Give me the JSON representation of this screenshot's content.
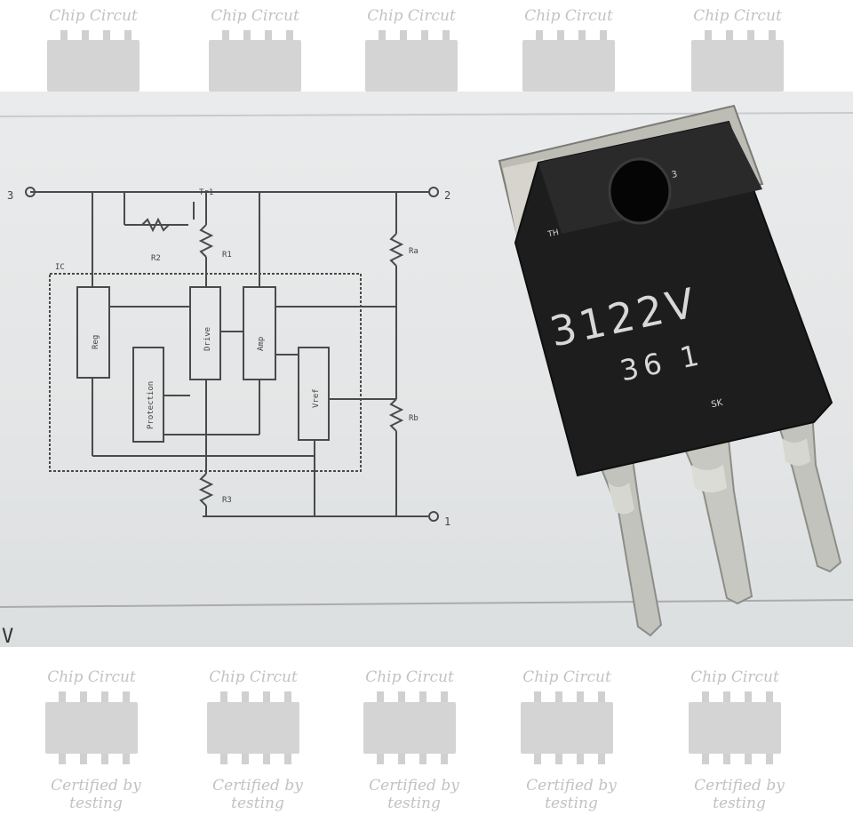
{
  "watermark": {
    "brand_text": "Chip Circut",
    "cert_text": "Certified by testing"
  },
  "schematic": {
    "terminal_left": "3",
    "terminal_top_right": "2",
    "terminal_bottom_right": "1",
    "block_reg": "Reg",
    "block_protection": "Protection",
    "block_drive": "Drive",
    "block_amp": "Amp",
    "block_vref": "Vref",
    "label_tr": "Tr1",
    "label_r1": "R1",
    "label_r2": "R2",
    "label_r3": "R3",
    "label_ra": "Ra",
    "label_rb": "Rb",
    "label_ic": "IC",
    "edge_letter": "V"
  },
  "component": {
    "marking_line1": "3122V",
    "marking_line2": "36 1",
    "mold_mark_left": "TH",
    "mold_mark_right": "3",
    "logo_mark": "SK"
  },
  "colors": {
    "watermark": "#c8c8c8",
    "paper": "#e5e7e8",
    "ink": "#4a4a4a",
    "body": "#1c1c1c",
    "metal": "#bdbdb5"
  }
}
